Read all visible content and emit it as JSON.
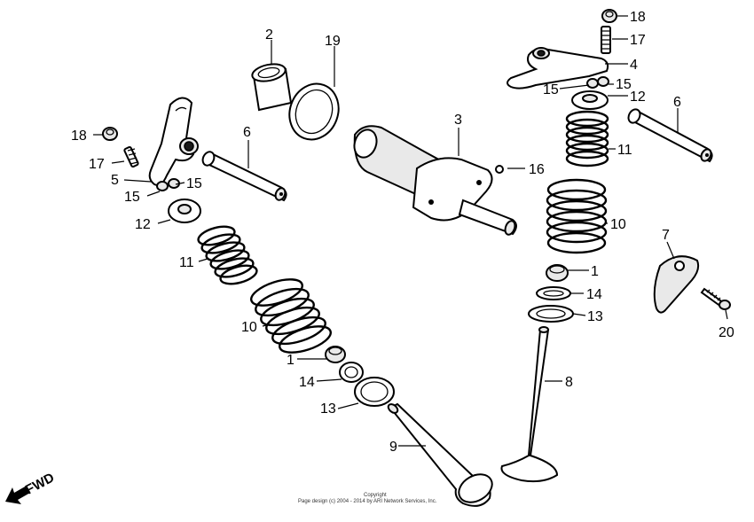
{
  "labels": {
    "l1a": "1",
    "l1b": "1",
    "l2": "2",
    "l3": "3",
    "l4": "4",
    "l5": "5",
    "l6a": "6",
    "l6b": "6",
    "l7": "7",
    "l8": "8",
    "l9": "9",
    "l10a": "10",
    "l10b": "10",
    "l11a": "11",
    "l11b": "11",
    "l12a": "12",
    "l12b": "12",
    "l13a": "13",
    "l13b": "13",
    "l14a": "14",
    "l14b": "14",
    "l15a": "15",
    "l15b": "15",
    "l15c": "15",
    "l15d": "15",
    "l16": "16",
    "l17a": "17",
    "l17b": "17",
    "l18a": "18",
    "l18b": "18",
    "l19": "19",
    "l20": "20"
  },
  "fwd_label": "FWD",
  "copyright": {
    "line1": "Copyright",
    "line2": "Page design (c) 2004 - 2014 by ARI Network Services, Inc."
  }
}
